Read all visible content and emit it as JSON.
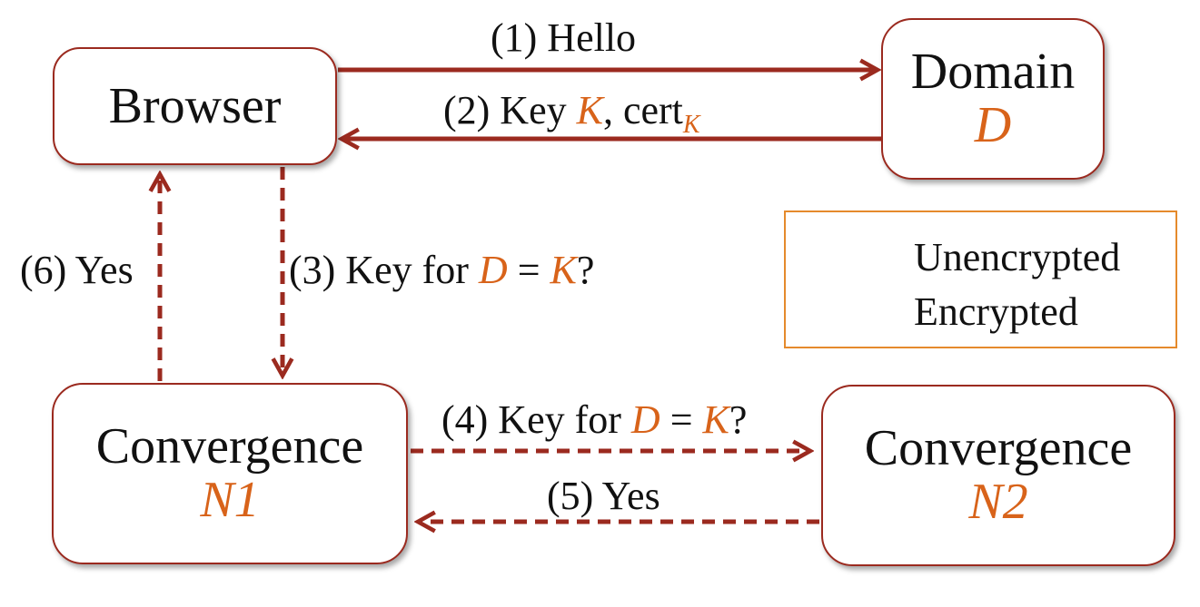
{
  "nodes": {
    "browser": {
      "name": "Browser"
    },
    "domain": {
      "name": "Domain",
      "var": "D"
    },
    "n1": {
      "name": "Convergence",
      "var": "N1"
    },
    "n2": {
      "name": "Convergence",
      "var": "N2"
    }
  },
  "messages": {
    "m1": {
      "text": "(1) Hello"
    },
    "m2": {
      "prefix": "(2) Key ",
      "key": "K",
      "mid": ", cert",
      "sub": "K"
    },
    "m3": {
      "prefix": "(3) Key for ",
      "d": "D",
      "eq": " = ",
      "k": "K",
      "q": "?"
    },
    "m4": {
      "prefix": "(4) Key for ",
      "d": "D",
      "eq": " = ",
      "k": "K",
      "q": "?"
    },
    "m5": {
      "text": "(5) Yes"
    },
    "m6": {
      "text": "(6) Yes"
    }
  },
  "legend": {
    "unencrypted": "Unencrypted",
    "encrypted": "Encrypted"
  },
  "colors": {
    "arrow": "#9b2a1f",
    "variable": "#d8631a",
    "legend_border": "#e58a2c"
  }
}
